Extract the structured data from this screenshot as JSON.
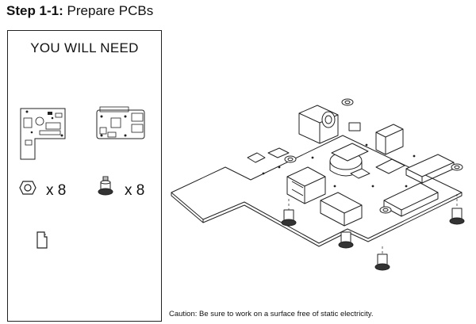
{
  "header": {
    "step": "Step 1-1:",
    "title": "Prepare PCBs"
  },
  "parts_panel": {
    "heading": "YOU WILL NEED",
    "items": [
      {
        "icon": "adapter-board-icon",
        "qty": null
      },
      {
        "icon": "raspberry-pi-board-icon",
        "qty": null
      },
      {
        "icon": "nut-icon",
        "qty": "x 8"
      },
      {
        "icon": "standoff-screw-icon",
        "qty": "x 8"
      },
      {
        "icon": "microsd-card-icon",
        "qty": null
      }
    ]
  },
  "illustration": {
    "icon": "pcb-assembly-icon"
  },
  "caution": "Caution: Be sure to work on a surface free of static electricity."
}
